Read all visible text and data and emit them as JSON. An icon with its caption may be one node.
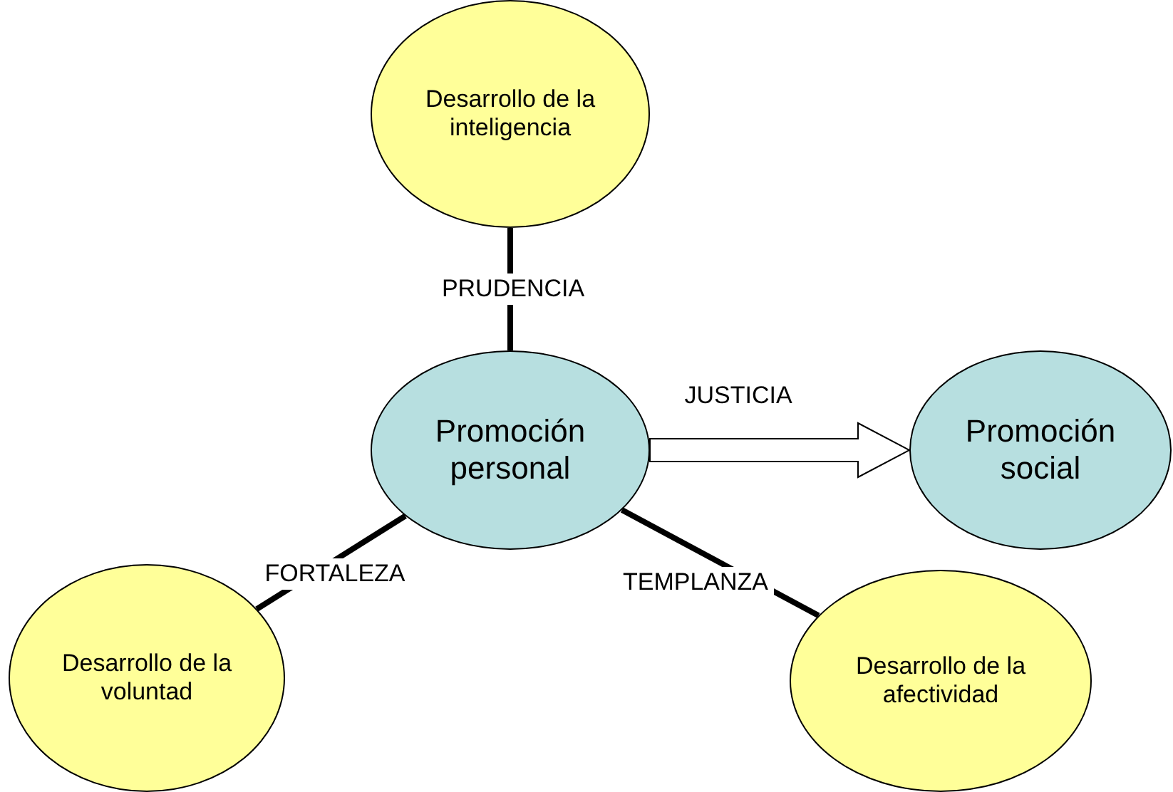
{
  "diagram": {
    "nodes": [
      {
        "text": [
          "Desarrollo de la inteligencia"
        ]
      },
      {
        "text": [
          "Promoción personal"
        ]
      },
      {
        "text": [
          "Promoción social"
        ]
      },
      {
        "text": [
          "Desarrollo de la voluntad"
        ]
      },
      {
        "text": [
          "Desarrollo de la afectividad"
        ]
      }
    ],
    "edges": [
      {
        "from": 0,
        "to": 1,
        "arrow": "none",
        "label": "PRUDENCIA"
      },
      {
        "from": 1,
        "to": 2,
        "arrow": "to",
        "label": "JUSTICIA"
      },
      {
        "from": 1,
        "to": 3,
        "arrow": "none",
        "label": "FORTALEZA"
      },
      {
        "from": 1,
        "to": 4,
        "arrow": "none",
        "label": "TEMPLANZA"
      }
    ]
  }
}
